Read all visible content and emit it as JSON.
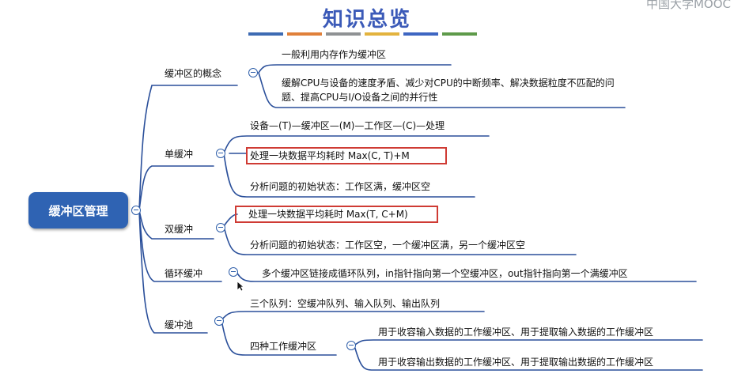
{
  "header": {
    "title": "知识总览",
    "watermark": "中国大学MOOC",
    "color_bars": [
      "#3d6bb3",
      "#e0803a",
      "#8f9294",
      "#e3b33e",
      "#3e66c2",
      "#5e9a4a"
    ]
  },
  "colors": {
    "root_fill": "#2f63b3",
    "branch_line": "#2a4f9a",
    "highlight_border": "#cf3b34"
  },
  "mindmap": {
    "root": "缓冲区管理",
    "branches": {
      "concept": {
        "label": "缓冲区的概念",
        "items": [
          "一般利用内存作为缓冲区",
          "缓解CPU与设备的速度矛盾、减少对CPU的中断频率、解决数据粒度不匹配的问题、提高CPU与I/O设备之间的并行性"
        ]
      },
      "single": {
        "label": "单缓冲",
        "items": [
          "设备—(T)—缓冲区—(M)—工作区—(C)—处理",
          "处理一块数据平均耗时 Max(C, T)+M",
          "分析问题的初始状态：工作区满，缓冲区空"
        ]
      },
      "double": {
        "label": "双缓冲",
        "items": [
          "处理一块数据平均耗时 Max(T, C+M)",
          "分析问题的初始状态：工作区空，一个缓冲区满，另一个缓冲区空"
        ]
      },
      "circular": {
        "label": "循环缓冲",
        "items": [
          "多个缓冲区链接成循环队列，in指针指向第一个空缓冲区，out指针指向第一个满缓冲区"
        ]
      },
      "pool": {
        "label": "缓冲池",
        "items": [
          "三个队列：空缓冲队列、输入队列、输出队列"
        ],
        "sub": {
          "label": "四种工作缓冲区",
          "items": [
            "用于收容输入数据的工作缓冲区、用于提取输入数据的工作缓冲区",
            "用于收容输出数据的工作缓冲区、用于提取输出数据的工作缓冲区"
          ]
        }
      }
    }
  }
}
